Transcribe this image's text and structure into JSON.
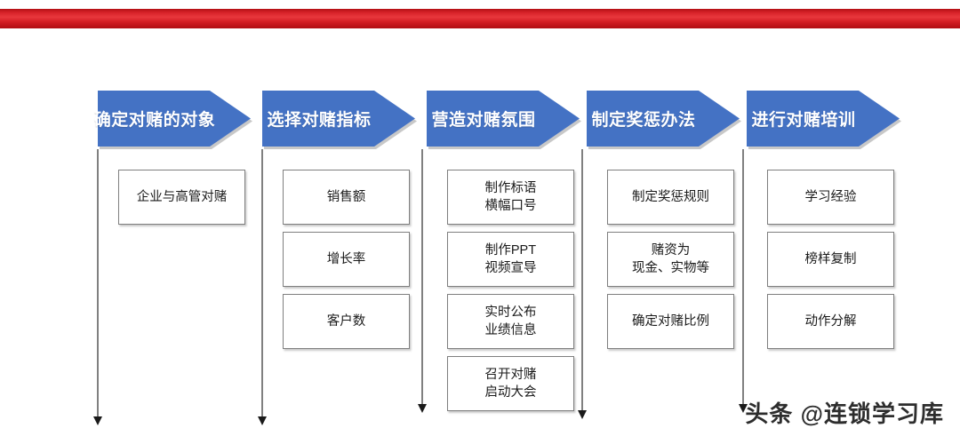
{
  "decoration": {
    "top_bar_color": "#d2232a",
    "banner_color": "#4472c4",
    "box_border_color": "#7f7f7f",
    "connector_color": "#808080"
  },
  "watermark": {
    "text": "头条 @连锁学习库"
  },
  "columns": [
    {
      "title": "确定对赌的对象",
      "items": [
        "企业与高管对赌"
      ]
    },
    {
      "title": "选择对赌指标",
      "items": [
        "销售额",
        "增长率",
        "客户数"
      ]
    },
    {
      "title": "营造对赌氛围",
      "items": [
        "制作标语\n横幅口号",
        "制作PPT\n视频宣导",
        "实时公布\n业绩信息",
        "召开对赌\n启动大会"
      ]
    },
    {
      "title": "制定奖惩办法",
      "items": [
        "制定奖惩规则",
        "赌资为\n现金、实物等",
        "确定对赌比例"
      ]
    },
    {
      "title": "进行对赌培训",
      "items": [
        "学习经验",
        "榜样复制",
        "动作分解"
      ]
    }
  ]
}
